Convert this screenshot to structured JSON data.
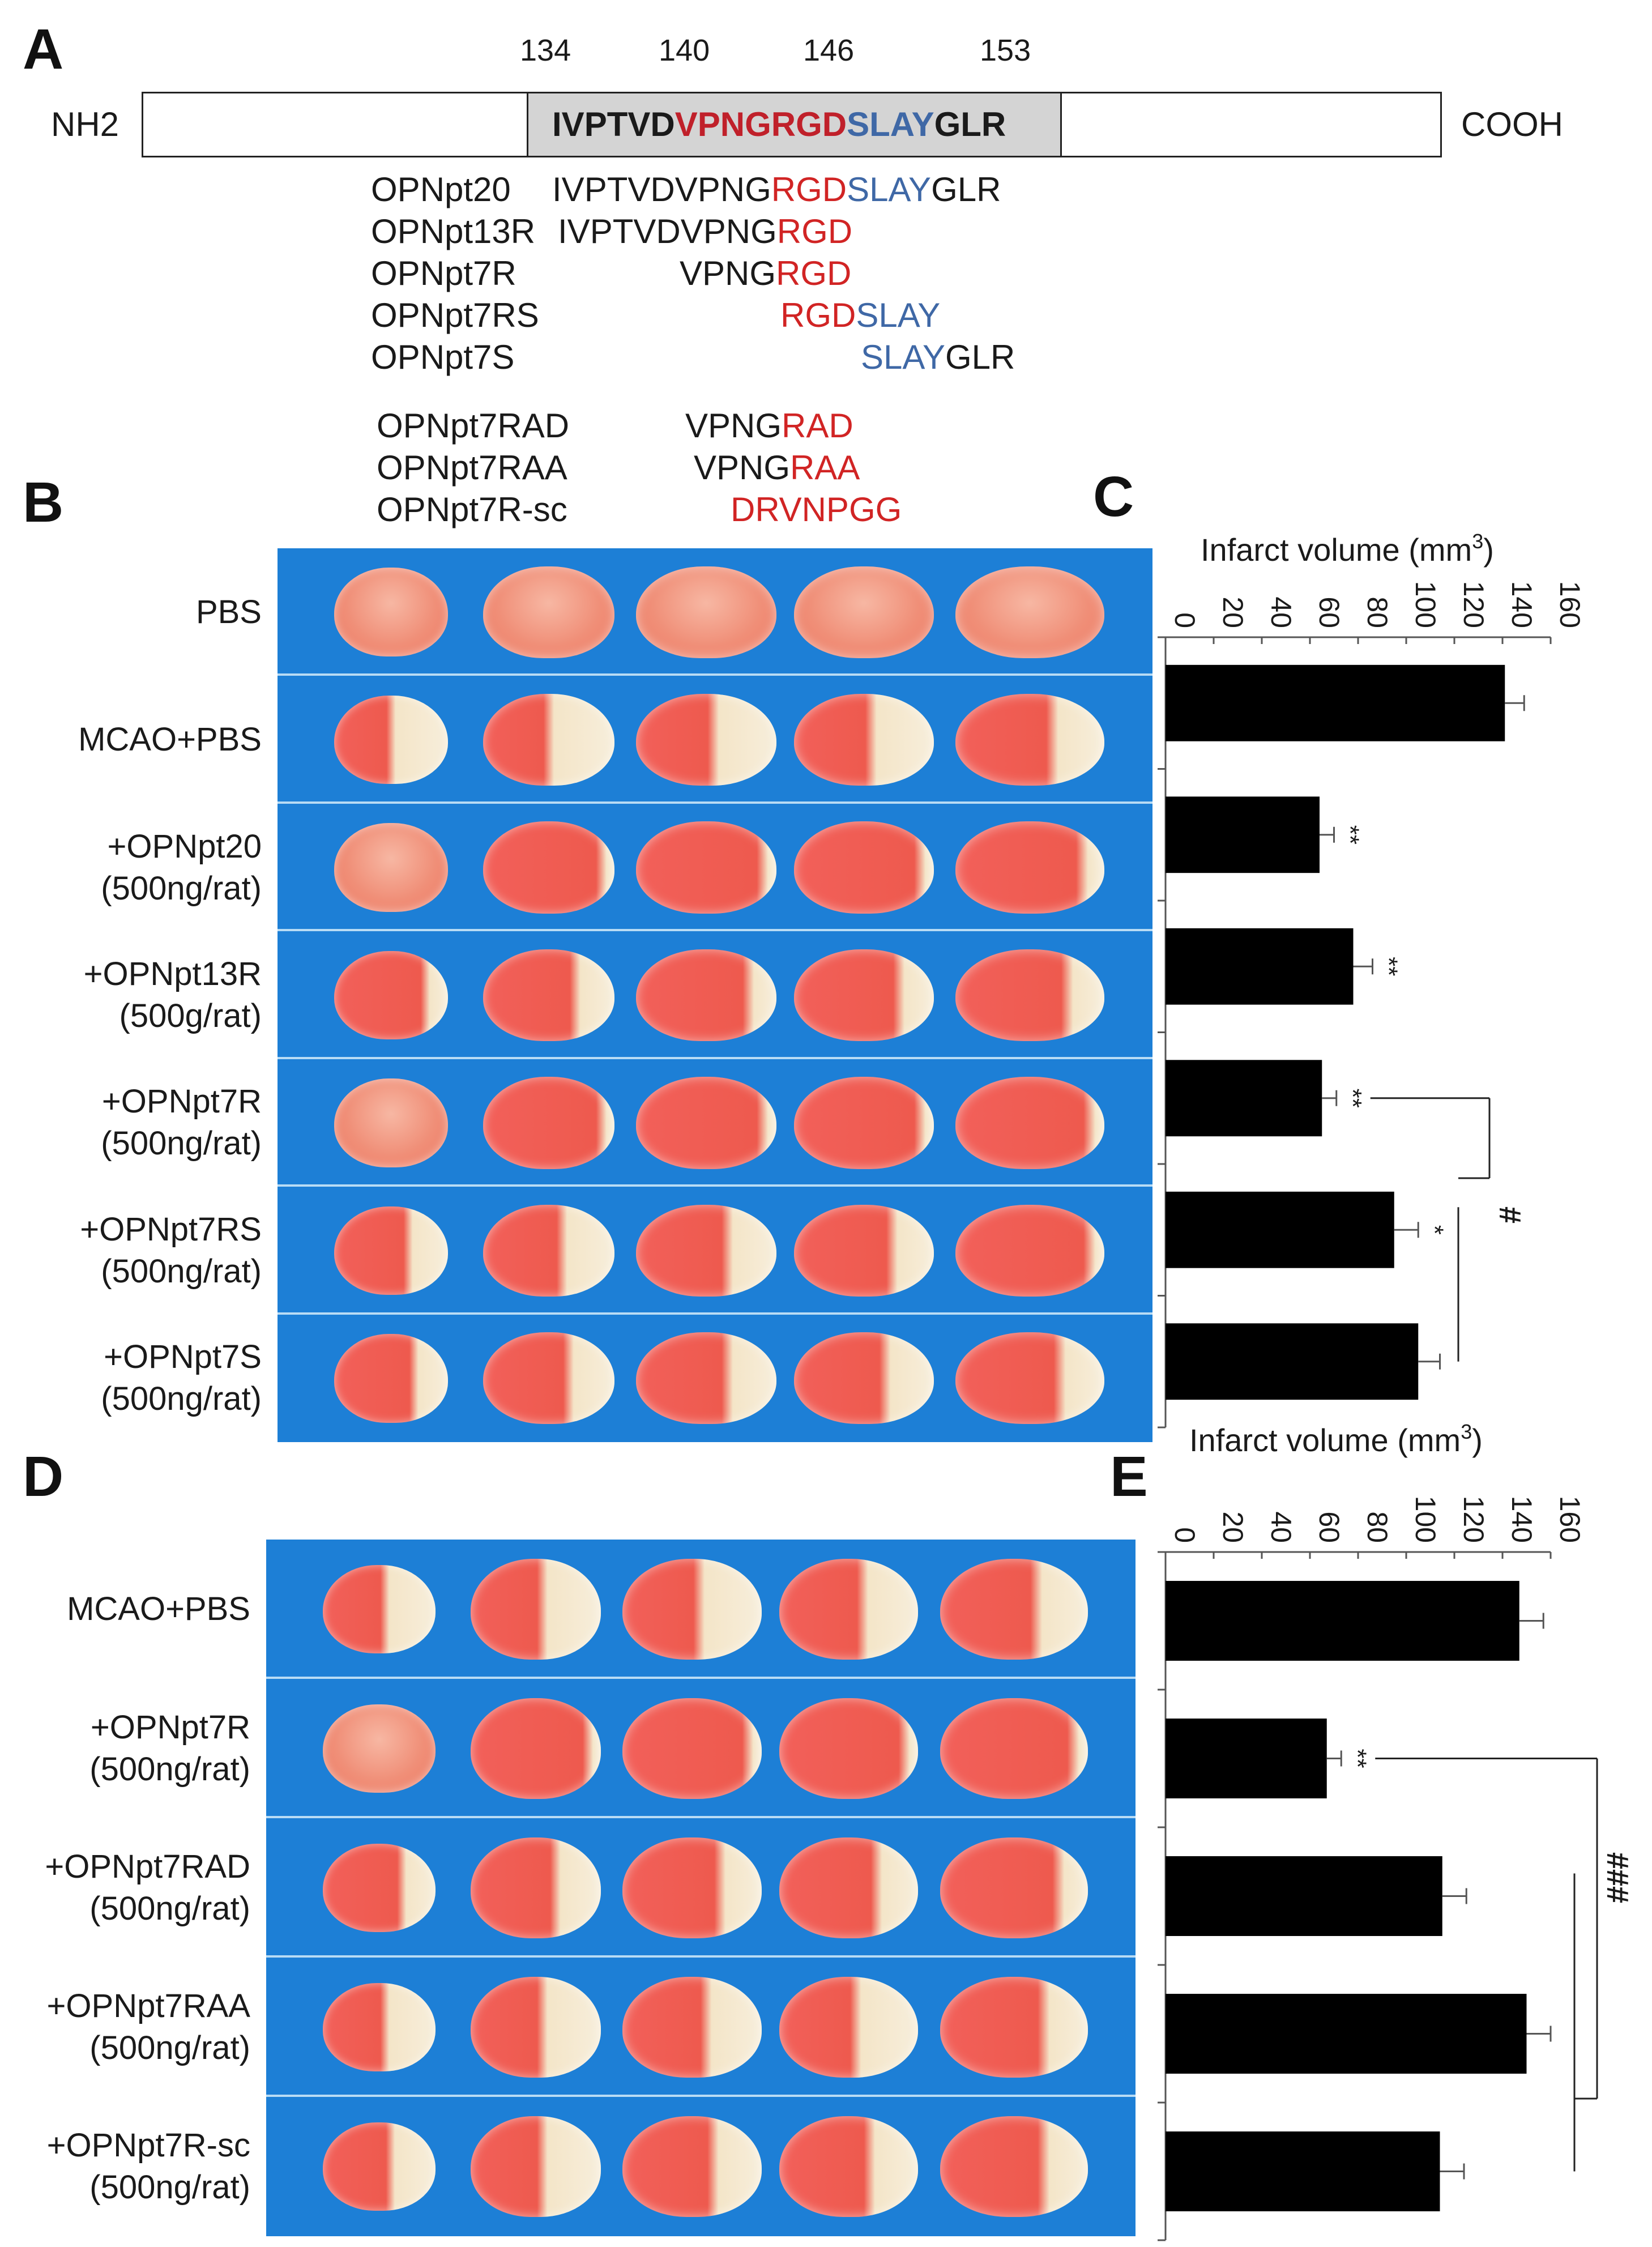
{
  "panel_a": {
    "letter": "A",
    "n_terminus": "NH2",
    "c_terminus": "COOH",
    "positions": [
      "134",
      "140",
      "146",
      "153"
    ],
    "region_sequence": [
      {
        "text": "IVPTVD",
        "color": "#1a1a1a"
      },
      {
        "text": "VPNGRGD",
        "color": "#c0202a"
      },
      {
        "text": "SLAY",
        "color": "#3f68a6"
      },
      {
        "text": "GLR",
        "color": "#1a1a1a"
      }
    ],
    "peptides": [
      {
        "name": "OPNpt20",
        "parts": [
          {
            "text": "IVPTVDVPNG",
            "color": "#1a1a1a"
          },
          {
            "text": "RGD",
            "color": "#d12424"
          },
          {
            "text": "SLAY",
            "color": "#3f68a6"
          },
          {
            "text": "GLR",
            "color": "#1a1a1a"
          }
        ]
      },
      {
        "name": "OPNpt13R",
        "parts": [
          {
            "text": "IVPTVDVPNG",
            "color": "#1a1a1a"
          },
          {
            "text": "RGD",
            "color": "#d12424"
          }
        ]
      },
      {
        "name": "OPNpt7R",
        "parts": [
          {
            "text": "VPNG",
            "color": "#1a1a1a"
          },
          {
            "text": "RGD",
            "color": "#d12424"
          }
        ]
      },
      {
        "name": "OPNpt7RS",
        "parts": [
          {
            "text": "RGD",
            "color": "#d12424"
          },
          {
            "text": "SLAY",
            "color": "#3f68a6"
          }
        ]
      },
      {
        "name": "OPNpt7S",
        "parts": [
          {
            "text": "SLAY",
            "color": "#3f68a6"
          },
          {
            "text": "GLR",
            "color": "#1a1a1a"
          }
        ]
      }
    ],
    "mutants": [
      {
        "name": "OPNpt7RAD",
        "parts": [
          {
            "text": "VPNG",
            "color": "#1a1a1a"
          },
          {
            "text": "RAD",
            "color": "#d12424"
          }
        ]
      },
      {
        "name": "OPNpt7RAA",
        "parts": [
          {
            "text": "VPNG",
            "color": "#1a1a1a"
          },
          {
            "text": "RAA",
            "color": "#d12424"
          }
        ]
      },
      {
        "name": "OPNpt7R-sc",
        "parts": [
          {
            "text": "DRVNPGG",
            "color": "#d12424"
          }
        ]
      }
    ]
  },
  "panel_b": {
    "letter": "B",
    "background_color": "#1d7fd6",
    "rows": [
      {
        "line1": "PBS",
        "line2": "",
        "lesion": [
          0,
          0,
          0,
          0,
          0
        ]
      },
      {
        "line1": "MCAO+PBS",
        "line2": "",
        "lesion": [
          0.5,
          0.5,
          0.45,
          0.45,
          0.35
        ]
      },
      {
        "line1": "+OPNpt20",
        "line2": "(500ng/rat)",
        "lesion": [
          0,
          0.1,
          0.1,
          0.1,
          0.15
        ]
      },
      {
        "line1": "+OPNpt13R",
        "line2": "(500g/rat)",
        "lesion": [
          0.2,
          0.3,
          0.2,
          0.25,
          0.25
        ]
      },
      {
        "line1": "+OPNpt7R",
        "line2": "(500ng/rat)",
        "lesion": [
          0,
          0.1,
          0.1,
          0.1,
          0.1
        ]
      },
      {
        "line1": "+OPNpt7RS",
        "line2": "(500ng/rat)",
        "lesion": [
          0.35,
          0.4,
          0.35,
          0.3,
          0.1
        ]
      },
      {
        "line1": "+OPNpt7S",
        "line2": "(500ng/rat)",
        "lesion": [
          0.3,
          0.35,
          0.35,
          0.35,
          0.3
        ]
      }
    ]
  },
  "panel_d": {
    "letter": "D",
    "background_color": "#1d7fd6",
    "rows": [
      {
        "line1": "MCAO+PBS",
        "line2": "",
        "lesion": [
          0.45,
          0.45,
          0.45,
          0.4,
          0.35
        ]
      },
      {
        "line1": "+OPNpt7R",
        "line2": "(500ng/rat)",
        "lesion": [
          0,
          0.1,
          0.1,
          0.1,
          0.1
        ]
      },
      {
        "line1": "+OPNpt7RAD",
        "line2": "(500ng/rat)",
        "lesion": [
          0.3,
          0.35,
          0.3,
          0.3,
          0.2
        ]
      },
      {
        "line1": "+OPNpt7RAA",
        "line2": "(500ng/rat)",
        "lesion": [
          0.45,
          0.45,
          0.4,
          0.45,
          0.3
        ]
      },
      {
        "line1": "+OPNpt7R-sc",
        "line2": "(500ng/rat)",
        "lesion": [
          0.4,
          0.45,
          0.35,
          0.35,
          0.3
        ]
      }
    ]
  },
  "chart_data": [
    {
      "type": "bar",
      "panel": "C",
      "orientation": "horizontal",
      "title": "Infarct volume (mm",
      "title_superscript": "3",
      "title_close": ")",
      "xlim": [
        0,
        160
      ],
      "ticks": [
        "0",
        "20",
        "40",
        "60",
        "80",
        "100",
        "120",
        "140",
        "160"
      ],
      "tick_values": [
        0,
        20,
        40,
        60,
        80,
        100,
        120,
        140,
        160
      ],
      "categories": [
        "MCAO+PBS",
        "+OPNpt20",
        "+OPNpt13R",
        "+OPNpt7R",
        "+OPNpt7RS",
        "+OPNpt7S"
      ],
      "values": [
        141,
        64,
        78,
        65,
        95,
        105
      ],
      "errors": [
        8,
        6,
        8,
        6,
        10,
        9
      ],
      "significance": [
        "",
        "**",
        "**",
        "**",
        "*",
        ""
      ],
      "bar_color": "#000000",
      "bracket": {
        "label": "#",
        "from_bar": 3,
        "to_bars": [
          4,
          5
        ]
      }
    },
    {
      "type": "bar",
      "panel": "E",
      "orientation": "horizontal",
      "title": "Infarct volume (mm",
      "title_superscript": "3",
      "title_close": ")",
      "xlim": [
        0,
        160
      ],
      "ticks": [
        "0",
        "20",
        "40",
        "60",
        "80",
        "100",
        "120",
        "140",
        "160"
      ],
      "tick_values": [
        0,
        20,
        40,
        60,
        80,
        100,
        120,
        140,
        160
      ],
      "categories": [
        "MCAO+PBS",
        "+OPNpt7R",
        "+OPNpt7RAD",
        "+OPNpt7RAA",
        "+OPNpt7R-sc"
      ],
      "values": [
        147,
        67,
        115,
        150,
        114
      ],
      "errors": [
        10,
        6,
        10,
        10,
        10
      ],
      "significance": [
        "",
        "**",
        "",
        "",
        ""
      ],
      "bar_color": "#000000",
      "bracket": {
        "label": "###",
        "from_bar": 1,
        "to_bars": [
          2,
          3,
          4
        ]
      }
    }
  ]
}
